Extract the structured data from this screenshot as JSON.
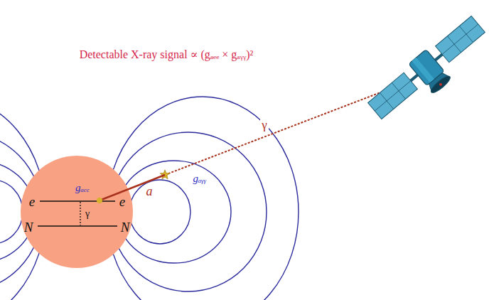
{
  "diagram": {
    "nodes": [
      {
        "text": [
          "gₐₑₑ",
          "e",
          "e",
          "γ",
          "N",
          "N"
        ]
      }
    ],
    "labels": [
      "Detectable X-ray signal ∝ (gₐₑₑ × gₐᵧᵧ)²",
      "γ",
      "gₐᵧᵧ",
      "a"
    ]
  }
}
